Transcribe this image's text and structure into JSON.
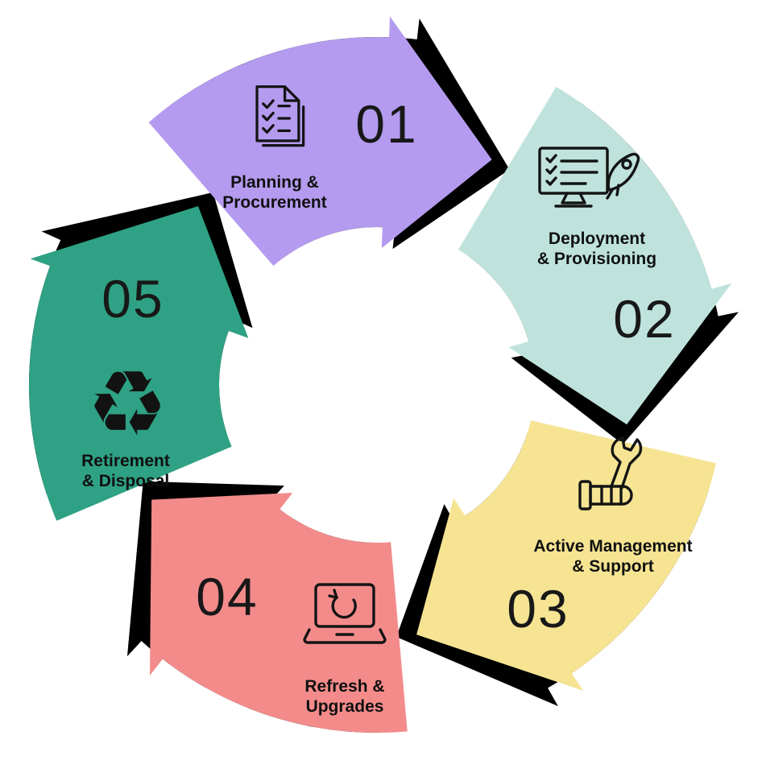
{
  "diagram": {
    "background": "#ffffff",
    "shadow_color": "#000000",
    "text_color": "#101010",
    "recycle_glyph": "♻",
    "segments": [
      {
        "number": "01",
        "label_line1": "Planning &",
        "label_line2": "Procurement",
        "color": "#b49bef",
        "icon": "checklist-document-icon",
        "tip_angle": 27
      },
      {
        "number": "02",
        "label_line1": "Deployment",
        "label_line2": "& Provisioning",
        "color": "#bfe3dc",
        "icon": "monitor-rocket-icon",
        "tip_angle": 99
      },
      {
        "number": "03",
        "label_line1": "Active Management",
        "label_line2": "& Support",
        "color": "#f6e493",
        "icon": "wrench-hand-icon",
        "tip_angle": 171
      },
      {
        "number": "04",
        "label_line1": "Refresh &",
        "label_line2": "Upgrades",
        "color": "#f48b8b",
        "icon": "laptop-refresh-icon",
        "tip_angle": 243
      },
      {
        "number": "05",
        "label_line1": "Retirement",
        "label_line2": "& Disposal",
        "color": "#2fa184",
        "icon": "recycle-icon",
        "tip_angle": 315
      }
    ]
  }
}
